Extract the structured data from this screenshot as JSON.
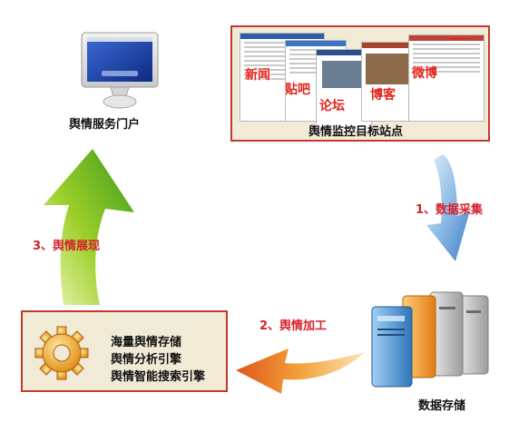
{
  "portal_label": "舆情服务门户",
  "sites": {
    "panel_label": "舆情监控目标站点",
    "tags": [
      "新闻",
      "贴吧",
      "论坛",
      "博客",
      "微博"
    ],
    "more": "……"
  },
  "steps": {
    "collect": "1、数据采集",
    "process": "2、舆情加工",
    "display": "3、舆情展现"
  },
  "processing": {
    "lines": [
      "海量舆情存储",
      "舆情分析引擎",
      "舆情智能搜索引擎"
    ]
  },
  "storage_label": "数据存储",
  "colors": {
    "panel_border": "#c03a2b",
    "panel_bg": "#f1ead6",
    "step_text": "#d8202a"
  }
}
